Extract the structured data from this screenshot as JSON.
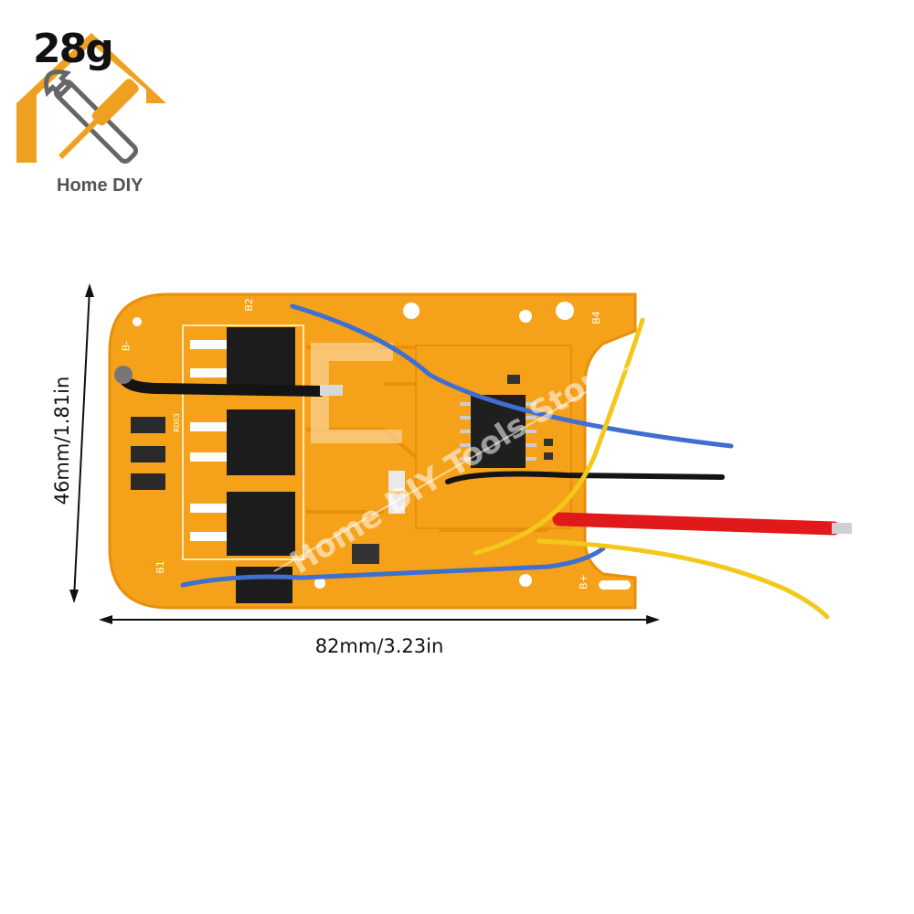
{
  "logo": {
    "badge_text": "28g",
    "caption": "Home DIY"
  },
  "product": {
    "silkscreen": {
      "b_minus": "B-",
      "b1": "B1",
      "b2": "B2",
      "b4": "B4",
      "b_plus": "B+",
      "r003": "R003"
    },
    "watermark": "Home DIY Tools Store"
  },
  "dimensions": {
    "height": "46mm/1.81in",
    "width": "82mm/3.23in"
  },
  "colors": {
    "board": "#f5a21a",
    "board_edge": "#e88f0c",
    "wire_blue": "#3f6fd0",
    "wire_red": "#e01a1a",
    "wire_yellow": "#f4c81a",
    "wire_black": "#141414",
    "logo_orange": "#f0a020"
  }
}
